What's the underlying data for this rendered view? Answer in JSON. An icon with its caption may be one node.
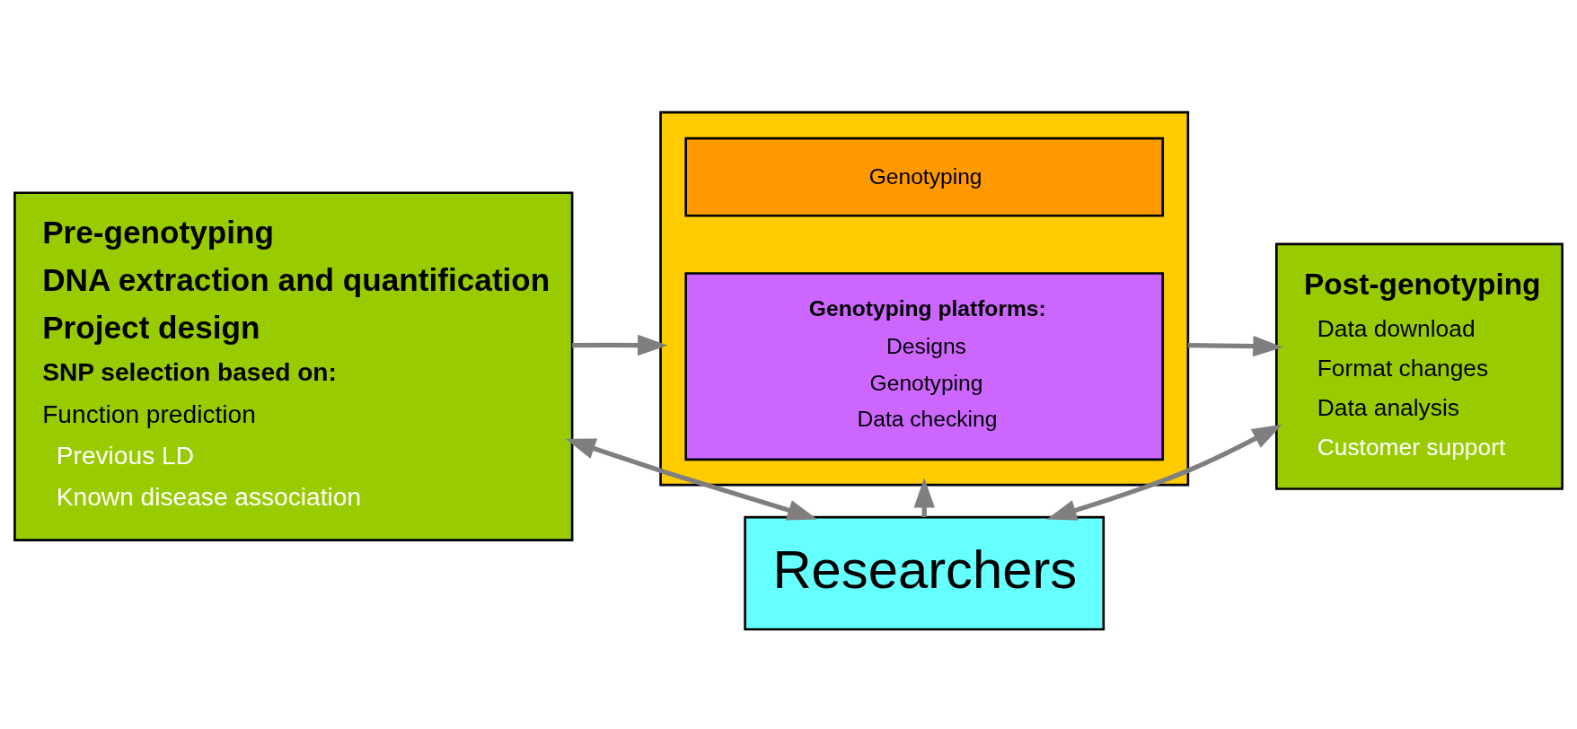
{
  "diagram": {
    "nodes": [
      {
        "text": [
          "Pre-genotyping",
          "DNA extraction and quantification",
          "Project design",
          "SNP selection based on:",
          "Function prediction",
          "Previous LD",
          "Known disease association"
        ]
      },
      {
        "text": [],
        "shape": "box"
      },
      {
        "text": [
          "Genotyping"
        ],
        "in": 1
      },
      {
        "text": [
          "Genotyping platforms:",
          "Designs",
          "Genotyping",
          "Data checking"
        ],
        "in": 1
      },
      {
        "text": [
          "Post-genotyping",
          "Data download",
          "Format changes",
          "Data analysis",
          "Customer support"
        ]
      },
      {
        "text": [
          "Researchers"
        ]
      }
    ],
    "edges": [
      {
        "from": 0,
        "to": 1,
        "arrow": "to"
      },
      {
        "from": 1,
        "to": 4,
        "arrow": "to"
      },
      {
        "from": 0,
        "to": 5,
        "arrow": "both"
      },
      {
        "from": 5,
        "to": 1,
        "arrow": "to"
      },
      {
        "from": 4,
        "to": 5,
        "arrow": "both"
      }
    ]
  }
}
